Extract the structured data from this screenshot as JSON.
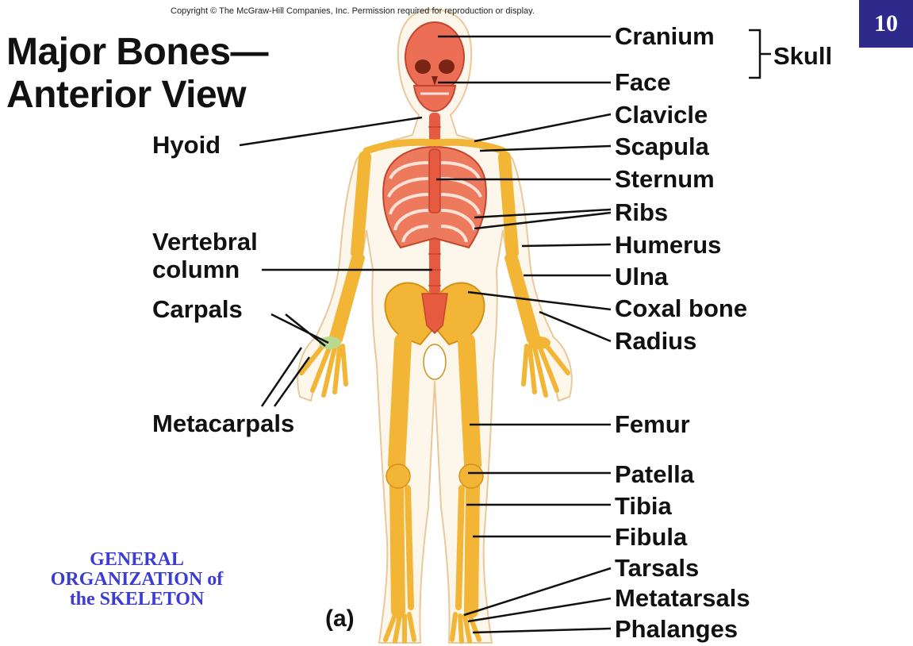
{
  "copyright": "Copyright © The McGraw-Hill Companies, Inc. Permission required for reproduction or display.",
  "title_line1": "Major Bones—",
  "title_line2": "Anterior View",
  "slide_number": "10",
  "panel_label": "(a)",
  "caption": "GENERAL ORGANIZATION of the SKELETON",
  "labels": {
    "cranium": "Cranium",
    "face": "Face",
    "skull": "Skull",
    "clavicle": "Clavicle",
    "scapula": "Scapula",
    "sternum": "Sternum",
    "ribs": "Ribs",
    "humerus": "Humerus",
    "ulna": "Ulna",
    "coxal": "Coxal bone",
    "radius": "Radius",
    "femur": "Femur",
    "patella": "Patella",
    "tibia": "Tibia",
    "fibula": "Fibula",
    "tarsals": "Tarsals",
    "metatarsals": "Metatarsals",
    "phalanges": "Phalanges",
    "hyoid": "Hyoid",
    "vertebral_1": "Vertebral",
    "vertebral_2": "column",
    "carpals": "Carpals",
    "metacarpals": "Metacarpals"
  },
  "colors": {
    "bone": "#f2b535",
    "axial": "#e8604a",
    "accent": "#2e2a8c",
    "caption": "#3b3bd6"
  }
}
